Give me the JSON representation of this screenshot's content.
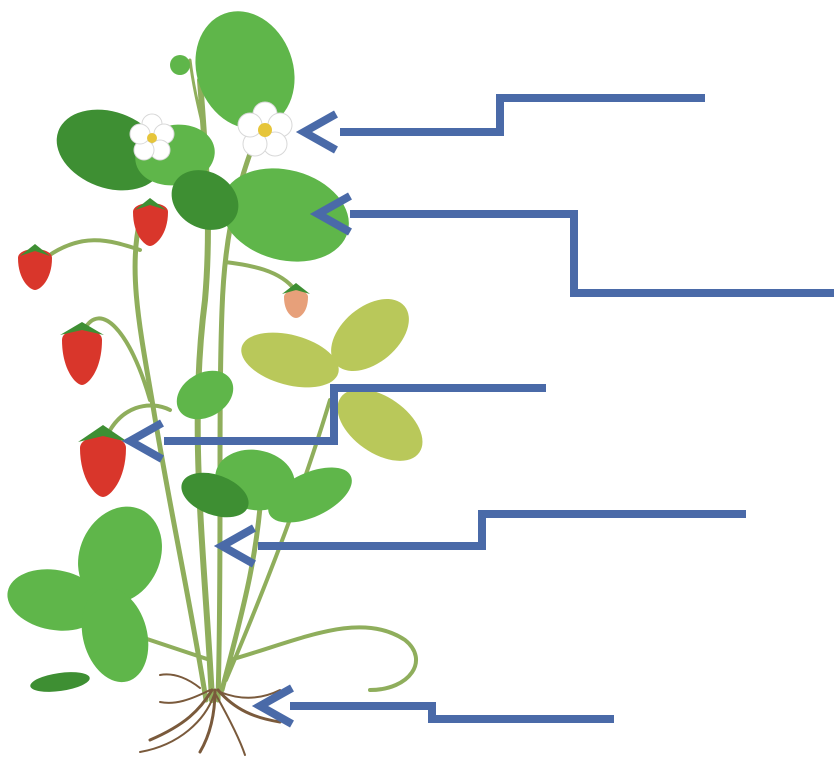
{
  "diagram": {
    "pointer_color": "#4a6aa8",
    "plant_colors": {
      "leaf": "#5fb64a",
      "leaf_dark": "#3e8f33",
      "leaf_yellow": "#b9c85a",
      "stem": "#8fae5c",
      "berry": "#d9362b",
      "flower": "#ffffff",
      "flower_center": "#e6c53a",
      "root": "#7a5a3c"
    },
    "labels": [
      {
        "part": "flower",
        "text": ""
      },
      {
        "part": "leaf",
        "text": ""
      },
      {
        "part": "fruit",
        "text": ""
      },
      {
        "part": "stem",
        "text": ""
      },
      {
        "part": "root",
        "text": ""
      }
    ]
  }
}
